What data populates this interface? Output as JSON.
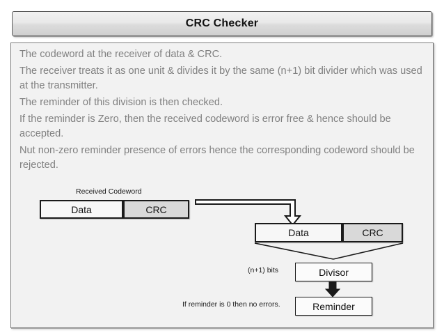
{
  "title": {
    "text": "CRC Checker"
  },
  "body": {
    "bullets": [
      "The codeword at the receiver of data & CRC.",
      "The receiver treats it as one unit & divides it by the same (n+1) bit divider which was used at the transmitter.",
      "The reminder of this division is then checked.",
      "If the reminder is Zero, then the received codeword is error free & hence should be accepted.",
      "Nut non-zero reminder presence of errors hence the corresponding codeword should be rejected."
    ]
  },
  "diagram": {
    "received_codeword_label": "Received Codeword",
    "codeword_top": {
      "data_label": "Data",
      "crc_label": "CRC"
    },
    "codeword_bottom": {
      "data_label": "Data",
      "crc_label": "CRC"
    },
    "divisor_label": "Divisor",
    "reminder_label": "Reminder",
    "nbits_label": "(n+1) bits",
    "no_errors_label": "If reminder is 0 then no errors."
  },
  "colors": {
    "body_text": "#808080",
    "title_text": "#111111",
    "box_fill": "#f7f7f7",
    "box_fill_shaded": "#d9d9d9",
    "panel_bg": "#f2f2f2",
    "line": "#1a1a1a"
  }
}
